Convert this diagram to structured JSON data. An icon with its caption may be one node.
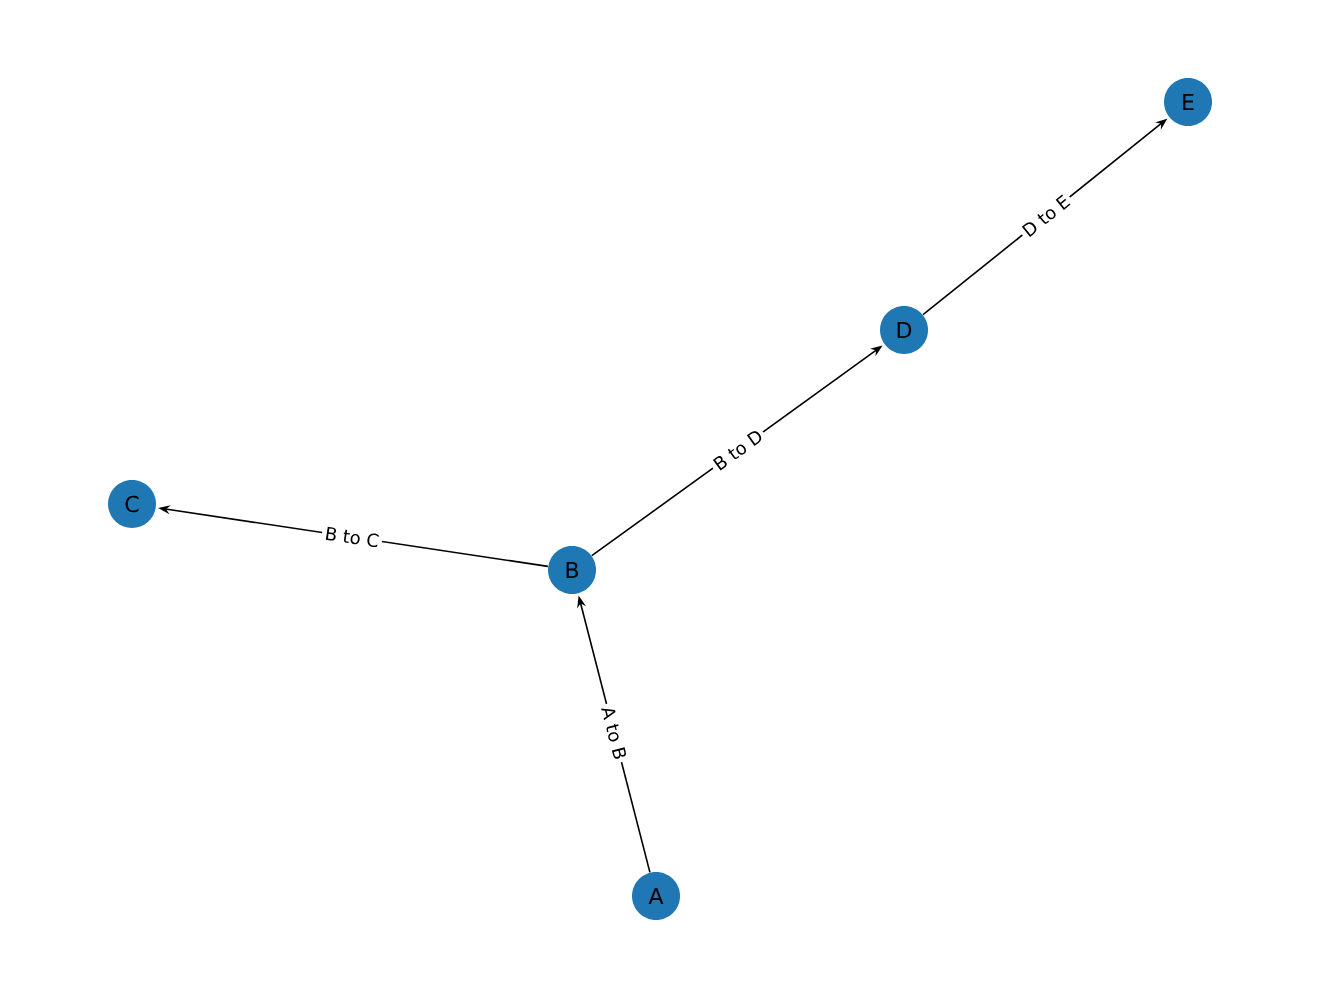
{
  "diagram": {
    "nodes": [
      {
        "text": [
          "A"
        ]
      },
      {
        "text": [
          "B"
        ]
      },
      {
        "text": [
          "C"
        ]
      },
      {
        "text": [
          "D"
        ]
      },
      {
        "text": [
          "E"
        ]
      }
    ],
    "edges": [
      {
        "from": 0,
        "to": 1,
        "arrow": "to",
        "label": "A to B"
      },
      {
        "from": 1,
        "to": 2,
        "arrow": "to",
        "label": "B to C"
      },
      {
        "from": 1,
        "to": 3,
        "arrow": "to",
        "label": "B to D"
      },
      {
        "from": 3,
        "to": 4,
        "arrow": "to",
        "label": "D to E"
      }
    ]
  }
}
